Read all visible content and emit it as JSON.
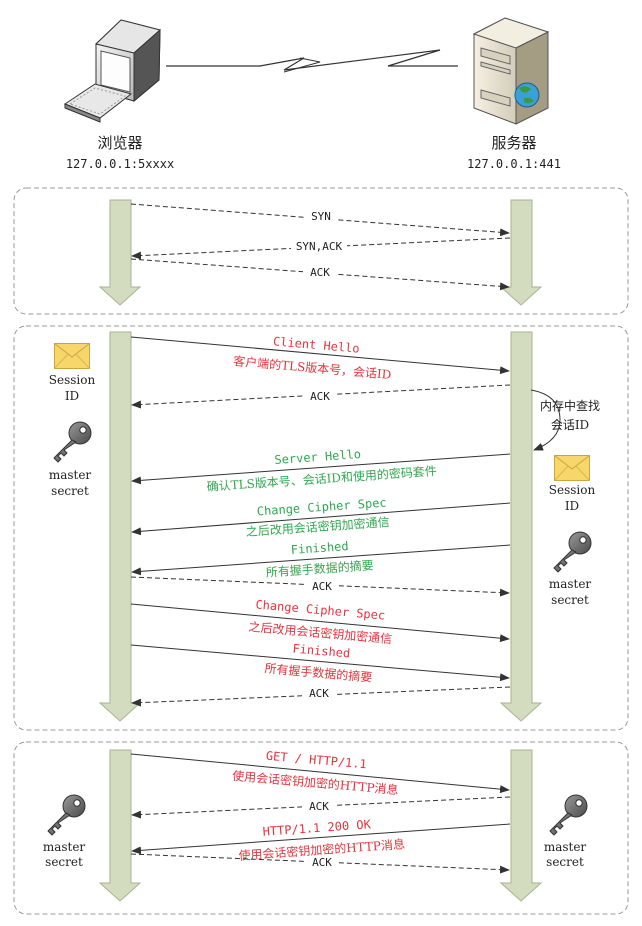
{
  "endpoints": {
    "client": {
      "name": "浏览器",
      "address": "127.0.0.1:5xxxx"
    },
    "server": {
      "name": "服务器",
      "address": "127.0.0.1:441"
    }
  },
  "colors": {
    "red": "#e8323c",
    "green": "#2fa84f",
    "lifeline": "#d4dcbf",
    "lifeline_edge": "#a9b28f",
    "panel": "#9a9a9a"
  },
  "panel1": {
    "syn": "SYN",
    "synack": "SYN,ACK",
    "ack": "ACK"
  },
  "panel2": {
    "client_hello": "Client Hello",
    "client_hello_note": "客户端的TLS版本号，会话ID",
    "ack1": "ACK",
    "lookup_line1": "内存中查找",
    "lookup_line2": "会话ID",
    "server_hello": "Server Hello",
    "server_hello_note": "确认TLS版本号、会话ID和使用的密码套件",
    "s_ccs": "Change Cipher Spec",
    "s_ccs_note": "之后改用会话密钥加密通信",
    "s_finished": "Finished",
    "s_finished_note": "所有握手数据的摘要",
    "ack2": "ACK",
    "c_ccs": "Change Cipher Spec",
    "c_ccs_note": "之后改用会话密钥加密通信",
    "c_finished": "Finished",
    "c_finished_note": "所有握手数据的摘要",
    "ack3": "ACK",
    "session_id_line1": "Session",
    "session_id_line2": "ID",
    "master_line1": "master",
    "master_line2": "secret"
  },
  "panel3": {
    "get": "GET / HTTP/1.1",
    "get_note": "使用会话密钥加密的HTTP消息",
    "ack1": "ACK",
    "resp": "HTTP/1.1 200 OK",
    "resp_note": "使用会话密钥加密的HTTP消息",
    "ack2": "ACK",
    "master_line1": "master",
    "master_line2": "secret"
  }
}
